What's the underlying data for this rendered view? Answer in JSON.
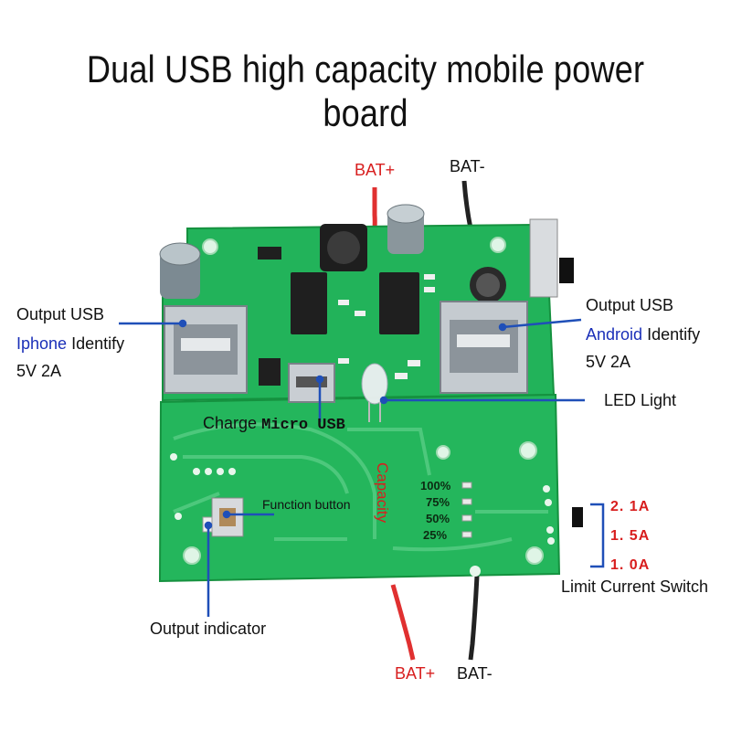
{
  "title": "Dual USB high capacity mobile power board",
  "labels": {
    "bat_plus_top": "BAT+",
    "bat_minus_top": "BAT-",
    "bat_plus_bottom": "BAT+",
    "bat_minus_bottom": "BAT-",
    "output_usb_left": "Output USB",
    "iphone": "Iphone",
    "identify_left": "Identify",
    "spec_left": "5V 2A",
    "output_usb_right": "Output USB",
    "android": "Android",
    "identify_right": "Identify",
    "spec_right": "5V 2A",
    "led_light": "LED Light",
    "charge": "Charge",
    "micro_usb": "Micro USB",
    "function_button": "Function  button",
    "output_indicator": "Output indicator",
    "capacity": "Capacity",
    "limit_current_switch": "Limit Current Switch"
  },
  "capacity_levels": [
    "100%",
    "75%",
    "50%",
    "25%"
  ],
  "limit_options": [
    "2. 1A",
    "1. 5A",
    "1. 0A"
  ],
  "colors": {
    "pcb": "#22b35a",
    "pcb_dark": "#139443",
    "callout": "#1f4fb8",
    "red_wire": "#e03030",
    "black_wire": "#222222",
    "accent_red": "#d81e1e"
  }
}
